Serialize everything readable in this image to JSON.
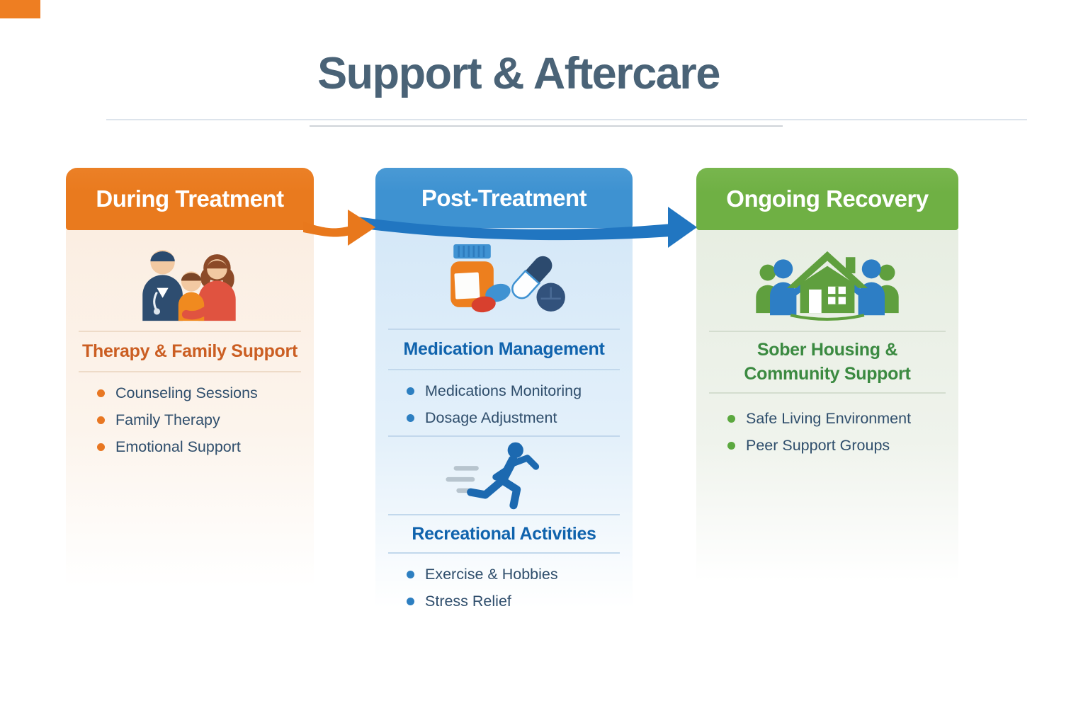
{
  "title": "Support & Aftercare",
  "columns": [
    {
      "header": "During Treatment",
      "accent": "#e97a1e",
      "sections": [
        {
          "icon": "family-icon",
          "title": "Therapy & Family Support",
          "bullets": [
            "Counseling Sessions",
            "Family Therapy",
            "Emotional Support"
          ]
        }
      ]
    },
    {
      "header": "Post-Treatment",
      "accent": "#3e92d1",
      "sections": [
        {
          "icon": "medication-icon",
          "title": "Medication Management",
          "bullets": [
            "Medications Monitoring",
            "Dosage Adjustment"
          ]
        },
        {
          "icon": "runner-icon",
          "title": "Recreational Activities",
          "bullets": [
            "Exercise & Hobbies",
            "Stress Relief"
          ]
        }
      ]
    },
    {
      "header": "Ongoing Recovery",
      "accent": "#6fb044",
      "sections": [
        {
          "icon": "house-community-icon",
          "title": "Sober Housing & Community Support",
          "bullets": [
            "Safe Living Environment",
            "Peer Support Groups"
          ]
        }
      ]
    }
  ],
  "arrows": [
    {
      "name": "flow-arrow-orange",
      "color": "#e8781c"
    },
    {
      "name": "flow-arrow-blue",
      "color": "#2176c1"
    }
  ],
  "colors": {
    "title_text": "#4a6377",
    "bullet_text": "#2f4e6c",
    "section_title_orange": "#cb5e22",
    "section_title_blue": "#1063ad",
    "section_title_green": "#3b8a41"
  }
}
